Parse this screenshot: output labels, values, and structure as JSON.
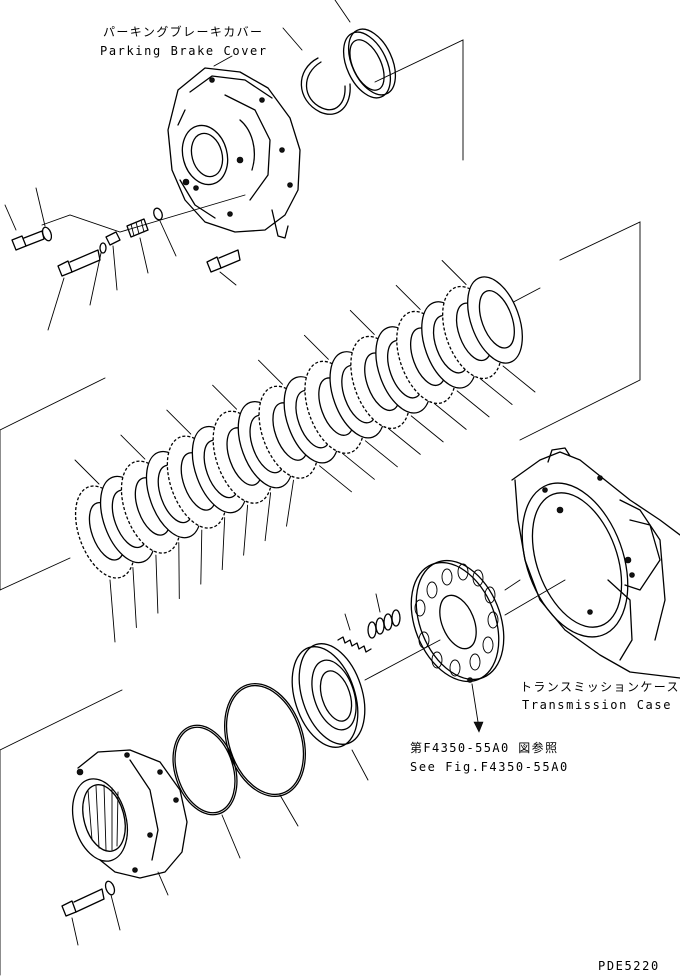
{
  "labels": {
    "parking_brake_cover_jp": "パーキングブレーキカバー",
    "parking_brake_cover_en": "Parking Brake Cover",
    "transmission_case_jp": "トランスミッションケース",
    "transmission_case_en": "Transmission Case",
    "see_fig_jp": "第F4350-55A0 図参照",
    "see_fig_en": "See Fig.F4350-55A0",
    "drawing_code": "PDE5220"
  },
  "parts": {
    "clutch_disc_count": 18
  }
}
